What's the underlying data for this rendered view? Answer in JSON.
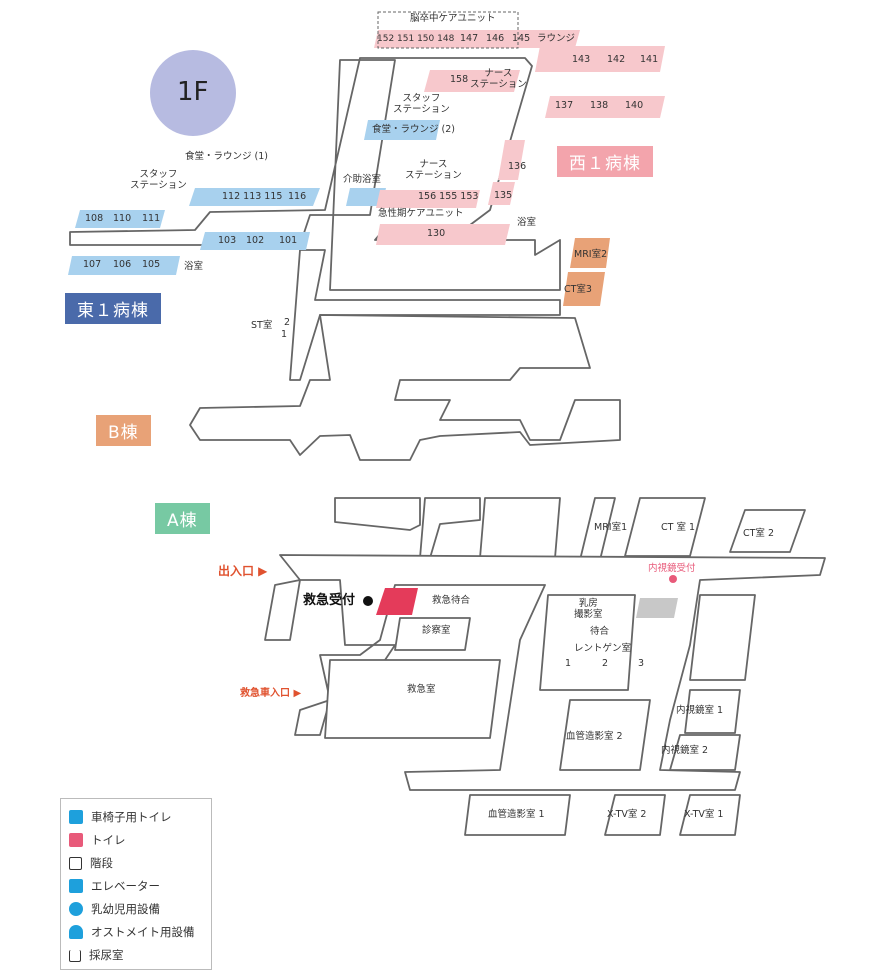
{
  "floor": "1F",
  "wards": {
    "east": "東１病棟",
    "west": "西１病棟",
    "b": "B棟",
    "a": "A棟"
  },
  "colors": {
    "east": "#a8d1ee",
    "west": "#f7c8cc",
    "b": "#e8a277",
    "a": "#77c9a3",
    "floor_badge": "#b7bbe1",
    "outline": "#555555",
    "red": "#e0522f"
  },
  "top": {
    "stroke_unit": "脳卒中ケアユニット",
    "stroke_rooms": "152 151 150 148",
    "rooms_a": [
      "147",
      "146",
      "145"
    ],
    "lounge": "ラウンジ",
    "rooms_b": [
      "143",
      "142",
      "141"
    ],
    "rooms_c": [
      "137",
      "138",
      "140"
    ],
    "room158": "158",
    "nurse_station": "ナース\nステーション",
    "staff_station": "スタッフ\nステーション",
    "dining2": "食堂・ラウンジ (2)",
    "dining1": "食堂・ラウンジ (1)",
    "staff_station2": "スタッフ\nステーション",
    "assist_bath": "介助浴室",
    "nurse_station2": "ナース\nステーション",
    "rooms_d": "156 155 153",
    "acute_unit": "急性期ケアユニット",
    "room136": "136",
    "room135": "135",
    "room130": "130",
    "bath": "浴室",
    "bath2": "浴室",
    "east_rooms_top": "112 113 115",
    "room116": "116",
    "rooms_e": [
      "108",
      "110",
      "111"
    ],
    "rooms_f": [
      "103",
      "102",
      "101"
    ],
    "rooms_g": [
      "107",
      "106",
      "105"
    ],
    "mri2": "MRI室2",
    "ct3": "CT室3",
    "st": "ST室",
    "st2": "2",
    "st1": "1"
  },
  "bottom": {
    "entrance": "出入口 ▶",
    "er_reception": "救急受付",
    "er_wait": "救急待合",
    "exam": "診察室",
    "er_room": "救急室",
    "er_car": "救急車入口 ▶",
    "mri1": "MRI室1",
    "ct1": "CT 室 1",
    "ct2": "CT室 2",
    "endo_rec": "内視鏡受付",
    "mammo": "乳房\n撮影室",
    "wait": "待合",
    "xray": "レントゲン室",
    "x1": "1",
    "x2": "2",
    "x3": "3",
    "angio2": "血管造影室 2",
    "endo1": "内視鏡室 1",
    "endo2": "内視鏡室 2",
    "angio1": "血管造影室 1",
    "xtv2": "X-TV室 2",
    "xtv1": "X-TV室 1"
  },
  "legend": [
    {
      "icon": "wheelchair-toilet-icon",
      "label": "車椅子用トイレ",
      "color": "#1ea0dc"
    },
    {
      "icon": "toilet-icon",
      "label": "トイレ",
      "color": "#e85a7a"
    },
    {
      "icon": "stairs-icon",
      "label": "階段",
      "color": "#333333"
    },
    {
      "icon": "elevator-icon",
      "label": "エレベーター",
      "color": "#1ea0dc"
    },
    {
      "icon": "baby-icon",
      "label": "乳幼児用設備",
      "color": "#1ea0dc"
    },
    {
      "icon": "ostomate-icon",
      "label": "オストメイト用設備",
      "color": "#1ea0dc"
    },
    {
      "icon": "urine-cup-icon",
      "label": "採尿室",
      "color": "#333333"
    }
  ]
}
